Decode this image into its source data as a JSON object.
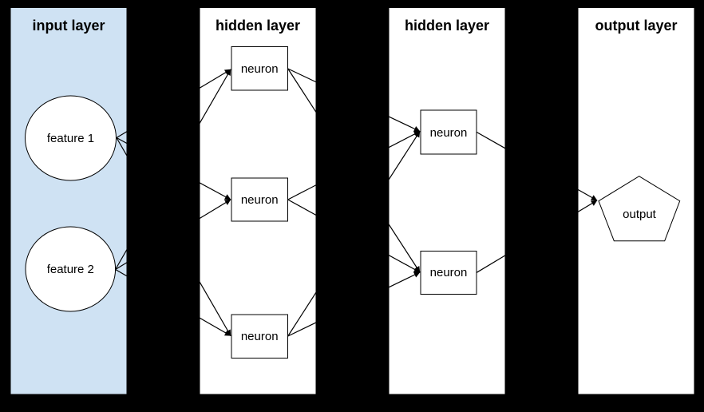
{
  "diagram": {
    "type": "neural-network",
    "colors": {
      "background": "#000000",
      "input_panel_fill": "#cfe2f3",
      "panel_fill": "#ffffff",
      "stroke": "#000000",
      "text": "#000000"
    },
    "panels": [
      {
        "id": "input",
        "title": "input layer"
      },
      {
        "id": "hidden1",
        "title": "hidden layer"
      },
      {
        "id": "hidden2",
        "title": "hidden layer"
      },
      {
        "id": "output",
        "title": "output layer"
      }
    ],
    "nodes": {
      "f1": {
        "label": "feature 1",
        "shape": "ellipse",
        "panel": "input"
      },
      "f2": {
        "label": "feature 2",
        "shape": "ellipse",
        "panel": "input"
      },
      "h1n1": {
        "label": "neuron",
        "shape": "rectangle",
        "panel": "hidden1"
      },
      "h1n2": {
        "label": "neuron",
        "shape": "rectangle",
        "panel": "hidden1"
      },
      "h1n3": {
        "label": "neuron",
        "shape": "rectangle",
        "panel": "hidden1"
      },
      "h2n1": {
        "label": "neuron",
        "shape": "rectangle",
        "panel": "hidden2"
      },
      "h2n2": {
        "label": "neuron",
        "shape": "rectangle",
        "panel": "hidden2"
      },
      "out": {
        "label": "output",
        "shape": "pentagon",
        "panel": "output"
      }
    },
    "edges": [
      {
        "from": "f1",
        "to": "h1n1"
      },
      {
        "from": "f2",
        "to": "h1n1"
      },
      {
        "from": "f1",
        "to": "h1n2"
      },
      {
        "from": "f2",
        "to": "h1n2"
      },
      {
        "from": "f1",
        "to": "h1n3"
      },
      {
        "from": "f2",
        "to": "h1n3"
      },
      {
        "from": "h1n1",
        "to": "h2n1"
      },
      {
        "from": "h1n1",
        "to": "h2n2"
      },
      {
        "from": "h1n2",
        "to": "h2n1"
      },
      {
        "from": "h1n2",
        "to": "h2n2"
      },
      {
        "from": "h1n3",
        "to": "h2n1"
      },
      {
        "from": "h1n3",
        "to": "h2n2"
      },
      {
        "from": "h2n1",
        "to": "out"
      },
      {
        "from": "h2n2",
        "to": "out"
      }
    ]
  }
}
